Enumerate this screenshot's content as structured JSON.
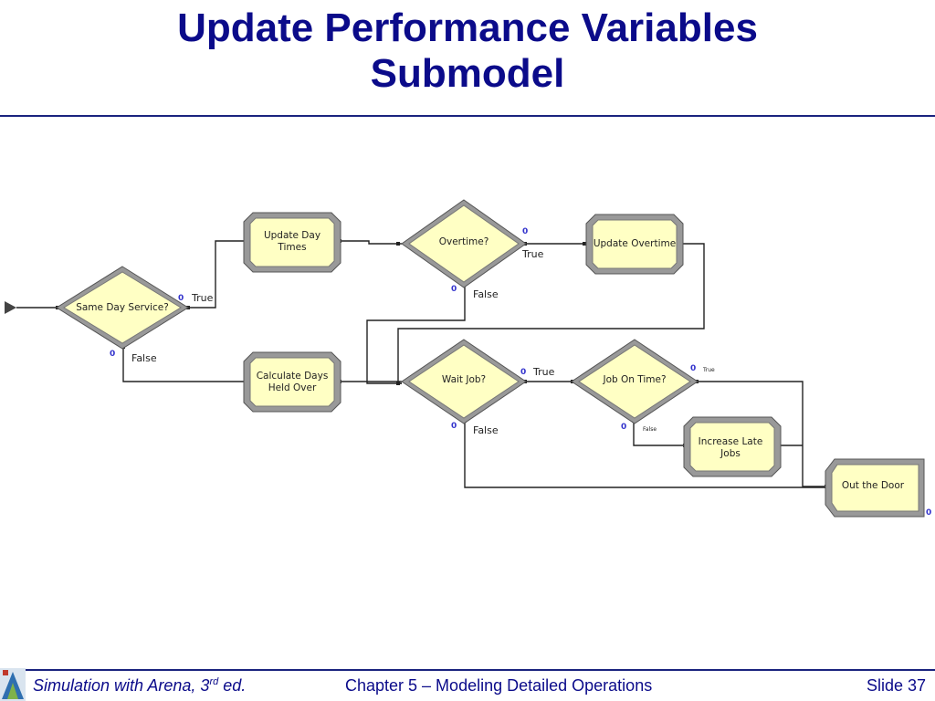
{
  "slide": {
    "title_line1": "Update Performance Variables",
    "title_line2": "Submodel"
  },
  "diagram": {
    "nodes": {
      "same_day": "Same Day Service?",
      "update_day_line1": "Update Day",
      "update_day_line2": "Times",
      "overtime": "Overtime?",
      "update_overtime": "Update Overtime",
      "calc_days_line1": "Calculate Days",
      "calc_days_line2": "Held Over",
      "wait_job": "Wait Job?",
      "job_on_time": "Job On Time?",
      "increase_late_line1": "Increase Late",
      "increase_late_line2": "Jobs",
      "out_door": "Out the Door"
    },
    "labels": {
      "true": "True",
      "false": "False",
      "counter": "0"
    }
  },
  "footer": {
    "book": "Simulation with Arena, 3",
    "book_sup": "rd",
    "book_ed": " ed.",
    "chapter": "Chapter 5 – Modeling Detailed Operations",
    "slide": "Slide 37"
  }
}
